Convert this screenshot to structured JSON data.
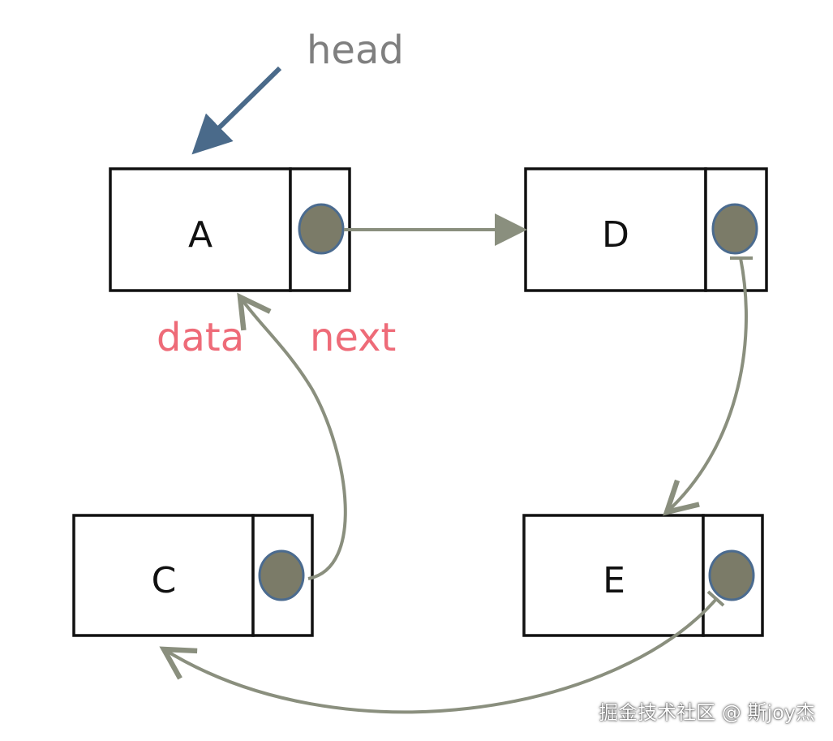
{
  "labels": {
    "head": "head",
    "data": "data",
    "next": "next"
  },
  "nodes": {
    "a": "A",
    "d": "D",
    "c": "C",
    "e": "E"
  },
  "watermark": "掘金技术社区 @ 斯joy杰",
  "colors": {
    "head_text": "#7f7f7f",
    "head_arrow": "#4a6a8a",
    "field_text": "#ee6b78",
    "link_arrow": "#8a8f7e",
    "pointer_fill": "#7b7b68",
    "pointer_stroke": "#4b6b8f",
    "box_stroke": "#111111"
  }
}
